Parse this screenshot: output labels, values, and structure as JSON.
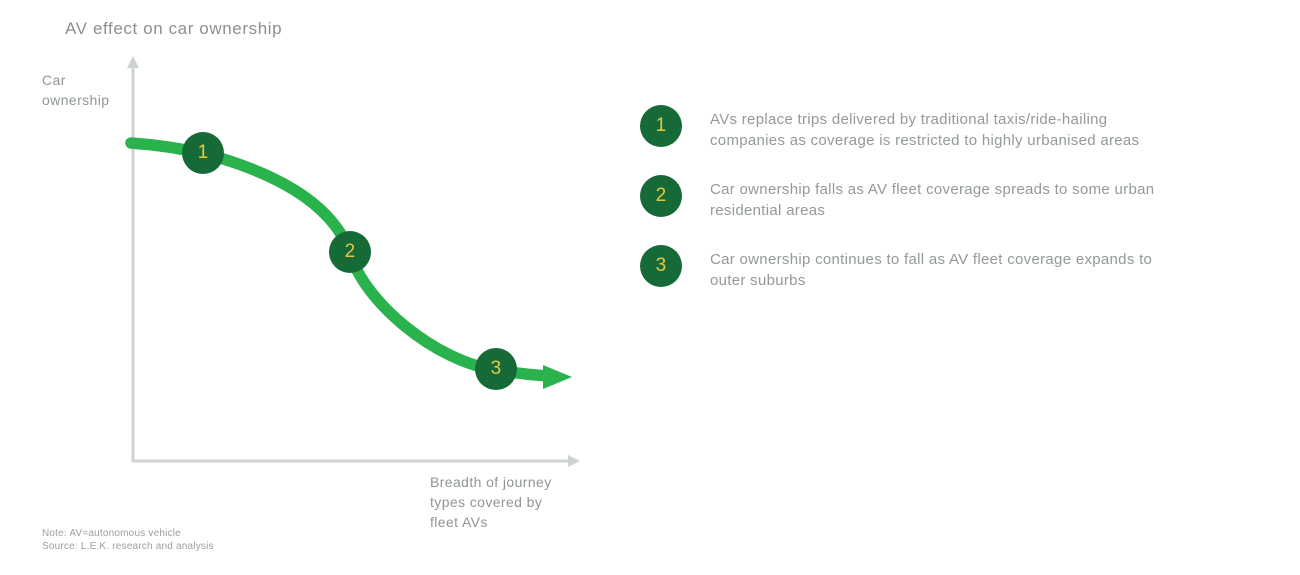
{
  "title": "AV effect on car ownership",
  "chart": {
    "y_axis_label": "Car\nownership",
    "x_axis_label": "Breadth of journey\ntypes covered by\nfleet AVs"
  },
  "curve_markers": [
    "1",
    "2",
    "3"
  ],
  "legend": [
    {
      "num": "1",
      "text": "AVs replace trips delivered by traditional taxis/ride-hailing\ncompanies as coverage is restricted to highly urbanised areas"
    },
    {
      "num": "2",
      "text": "Car ownership falls as AV fleet coverage spreads to some urban\nresidential areas"
    },
    {
      "num": "3",
      "text": "Car ownership continues to fall as AV fleet coverage expands to\nouter suburbs"
    }
  ],
  "footnotes": {
    "note": "Note: AV=autonomous vehicle",
    "source": "Source: L.E.K. research and analysis"
  },
  "colors": {
    "curve_green": "#2ab24d",
    "marker_dark_green": "#166a38",
    "marker_number_yellow": "#e9c83d",
    "text_gray": "#8f9692",
    "axis_gray": "#cdd3d0"
  },
  "chart_data": {
    "type": "line",
    "title": "AV effect on car ownership",
    "xlabel": "Breadth of journey types covered by fleet AVs",
    "ylabel": "Car ownership",
    "x_axis_ticks": "none (conceptual axis with arrow)",
    "y_axis_ticks": "none (conceptual axis with arrow)",
    "grid": false,
    "legend_position": "right",
    "series": [
      {
        "name": "Car ownership",
        "shape": "declining S-curve ending in a right-pointing arrow",
        "x": [
          0,
          0.16,
          0.3,
          0.49,
          0.62,
          0.81,
          0.98
        ],
        "y": [
          1.0,
          0.97,
          0.85,
          0.66,
          0.44,
          0.29,
          0.26
        ]
      }
    ],
    "point_markers": [
      {
        "label": "1",
        "x": 0.16,
        "y": 0.97
      },
      {
        "label": "2",
        "x": 0.49,
        "y": 0.66
      },
      {
        "label": "3",
        "x": 0.81,
        "y": 0.29
      }
    ]
  }
}
